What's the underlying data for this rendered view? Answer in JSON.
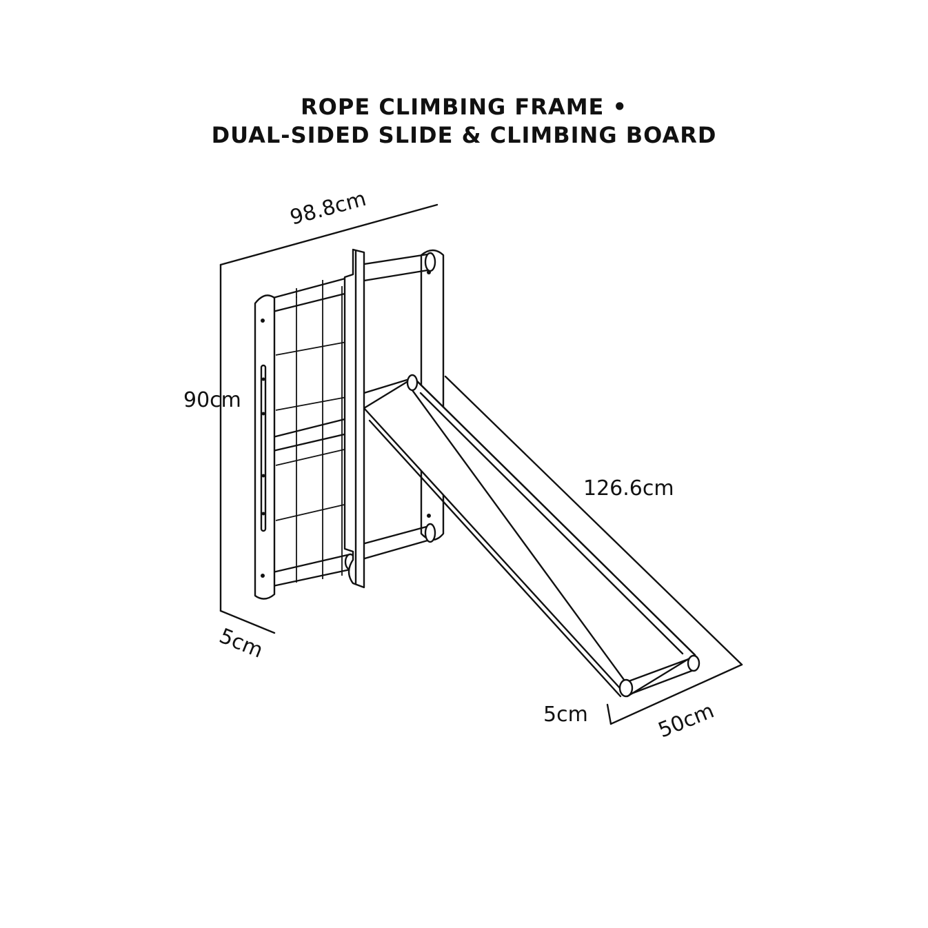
{
  "title": {
    "line1": "ROPE CLIMBING FRAME •",
    "line2": "DUAL-SIDED SLIDE & CLIMBING BOARD"
  },
  "dimensions": {
    "width_label": "98.8cm",
    "height_label": "90cm",
    "depth_label": "5cm",
    "slide_length_label": "126.6cm",
    "slide_thickness_label": "5cm",
    "slide_width_label": "50cm"
  },
  "colors": {
    "line": "#111111",
    "background": "#ffffff"
  }
}
